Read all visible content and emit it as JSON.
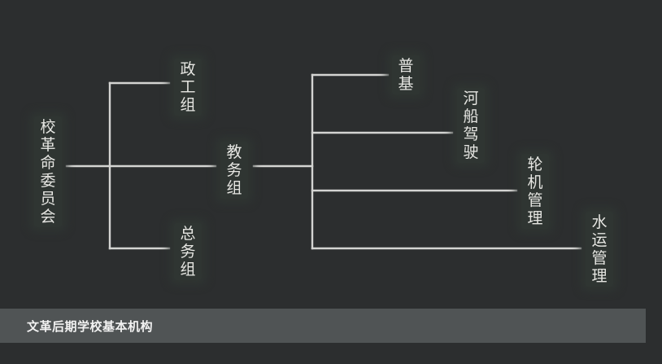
{
  "diagram": {
    "nodes": {
      "root": "校革命委员会",
      "political": "政工组",
      "academic": "教务组",
      "general": "总务组",
      "general_course": "普基",
      "river_ship": "河船驾驶",
      "turbine": "轮机管理",
      "water_transport": "水运管理"
    },
    "edges": [
      [
        "root",
        "political"
      ],
      [
        "root",
        "academic"
      ],
      [
        "root",
        "general"
      ],
      [
        "academic",
        "general_course"
      ],
      [
        "academic",
        "river_ship"
      ],
      [
        "academic",
        "turbine"
      ],
      [
        "academic",
        "water_transport"
      ]
    ],
    "colors": {
      "background": "#2c2e2f",
      "line": "#d4d4d2",
      "text": "#e6e6e2",
      "caption_bar": "#505455"
    }
  },
  "caption": "文革后期学校基本机构"
}
